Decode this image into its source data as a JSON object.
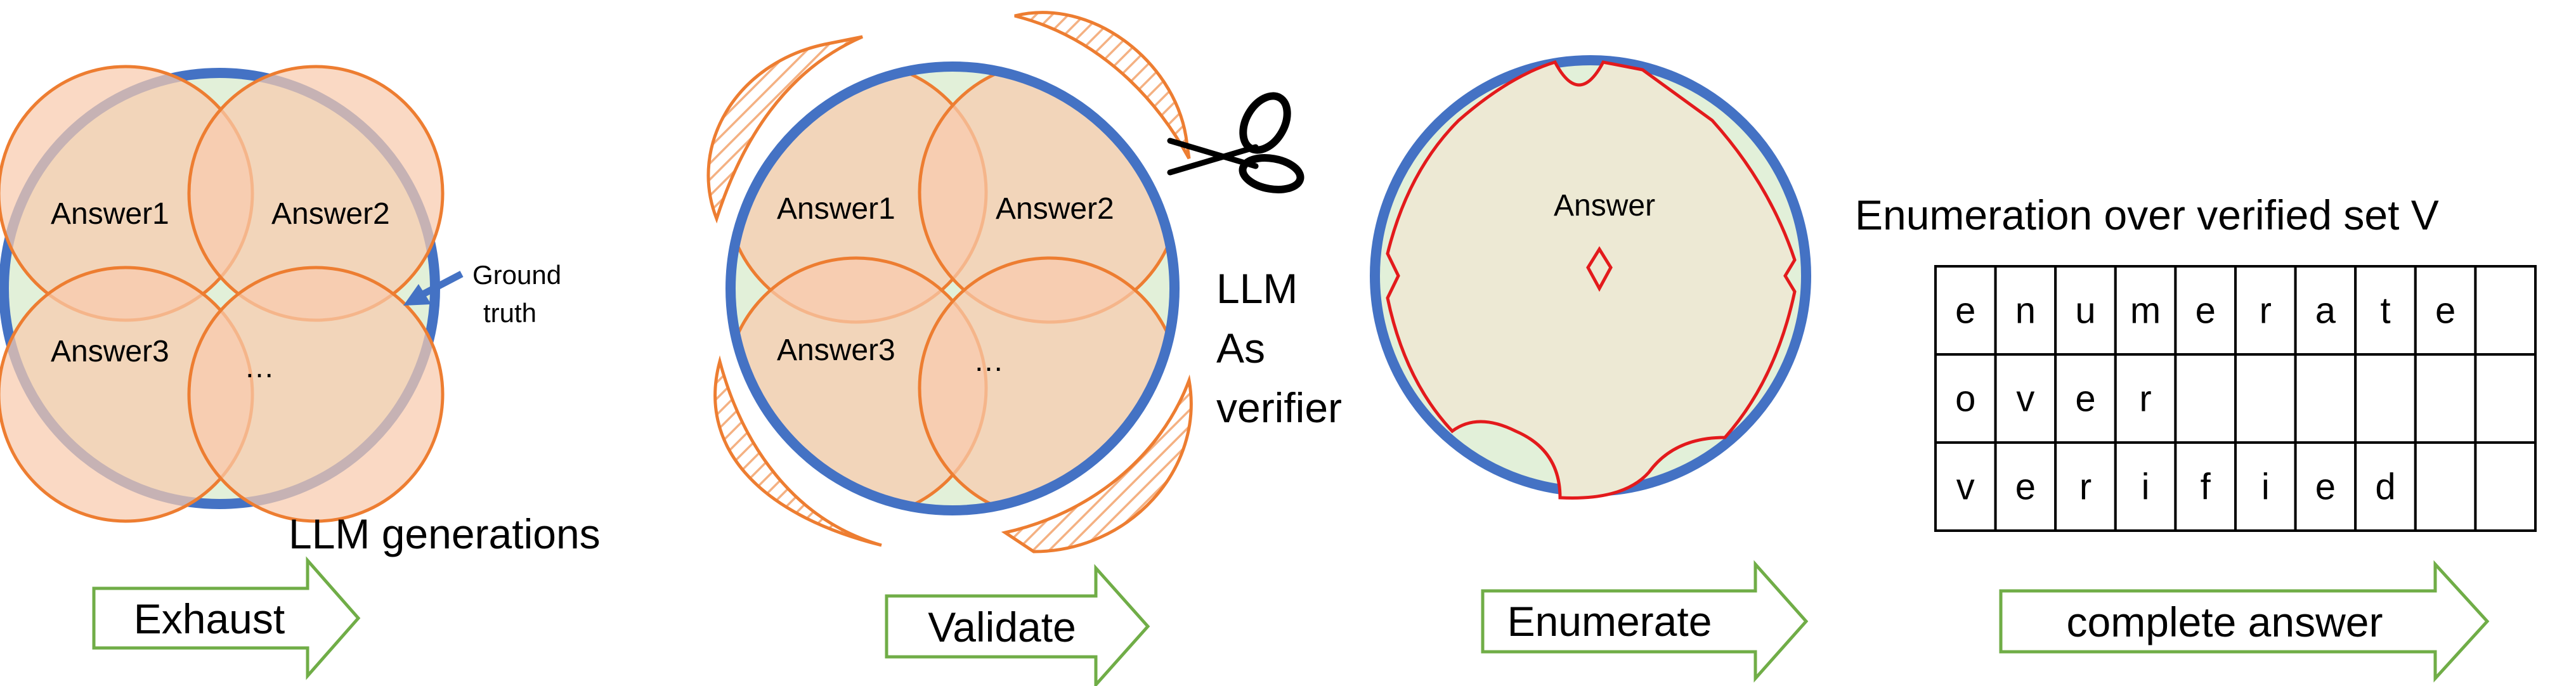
{
  "colors": {
    "circle_outline": "#4472c4",
    "answer_stroke": "#ed7d31",
    "answer_fill": "#f8cbad",
    "ground_fill": "#e2f0d9",
    "cut_red": "#e31a1c",
    "arrow_green": "#70ad47"
  },
  "panel1": {
    "answers": [
      "Answer1",
      "Answer2",
      "Answer3",
      "…"
    ],
    "ground_truth_line1": "Ground",
    "ground_truth_line2": "truth",
    "caption": "LLM generations",
    "step": "Exhaust"
  },
  "panel2": {
    "answers": [
      "Answer1",
      "Answer2",
      "Answer3",
      "…"
    ],
    "verifier_line1": "LLM",
    "verifier_line2": "As",
    "verifier_line3": "verifier",
    "scissors_icon": "scissors-icon",
    "step": "Validate"
  },
  "panel3": {
    "answer": "Answer",
    "step": "Enumerate"
  },
  "panel4": {
    "title": "Enumeration over verified set V",
    "rows": [
      [
        "e",
        "n",
        "u",
        "m",
        "e",
        "r",
        "a",
        "t",
        "e",
        ""
      ],
      [
        "o",
        "v",
        "e",
        "r",
        "",
        "",
        "",
        "",
        "",
        ""
      ],
      [
        "v",
        "e",
        "r",
        "i",
        "f",
        "i",
        "e",
        "d",
        "",
        ""
      ]
    ],
    "step": "complete answer"
  }
}
